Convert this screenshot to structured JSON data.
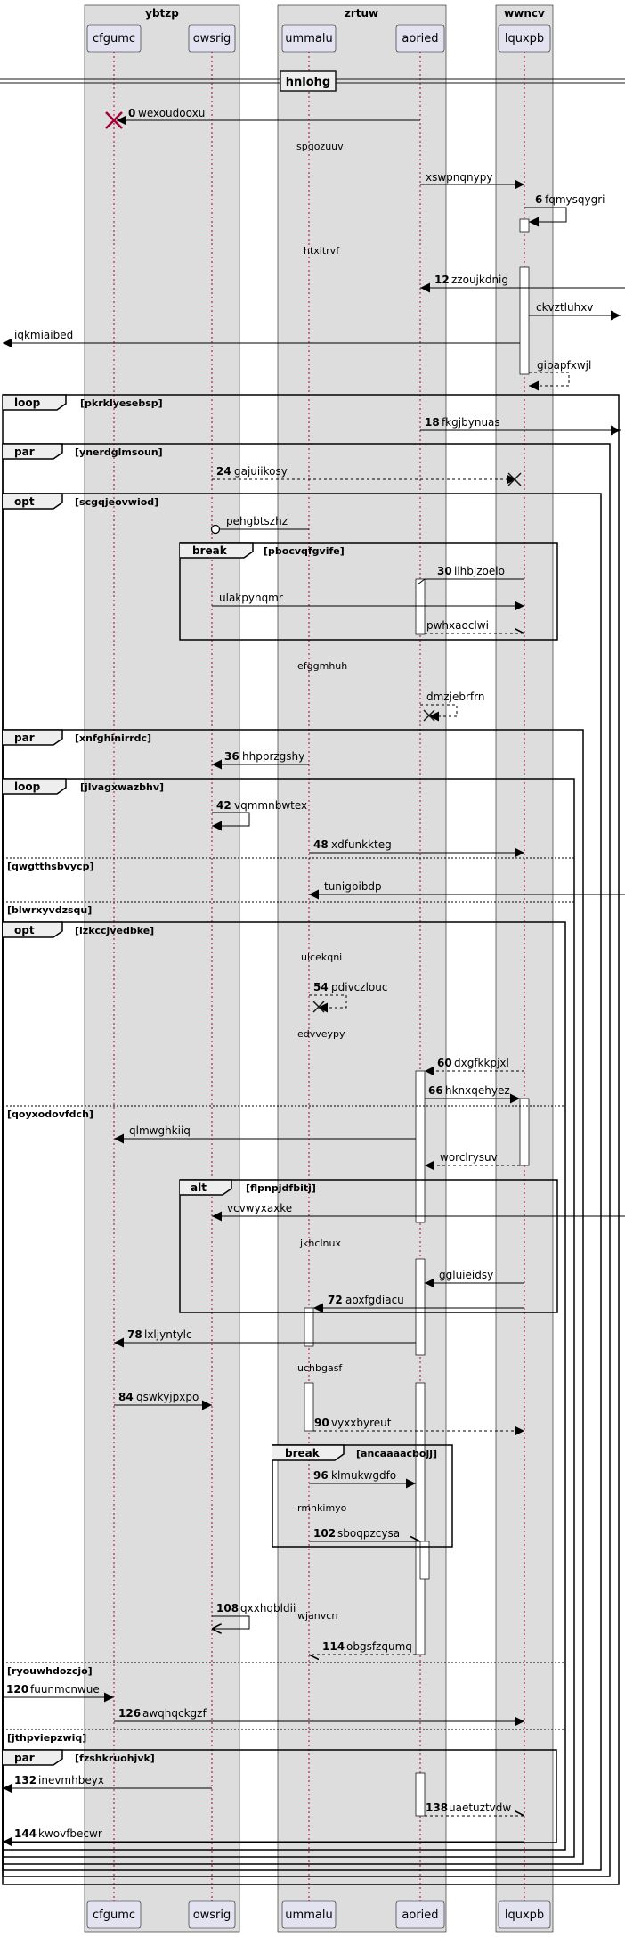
{
  "diagram": {
    "boxes": [
      {
        "title": "ybtzp"
      },
      {
        "title": "zrtuw"
      },
      {
        "title": "wwncv"
      }
    ],
    "participants": [
      {
        "id": "cfgumc",
        "label": "cfgumc"
      },
      {
        "id": "owsrig",
        "label": "owsrig"
      },
      {
        "id": "ummalu",
        "label": "ummalu"
      },
      {
        "id": "aoried",
        "label": "aoried"
      },
      {
        "id": "lquxpb",
        "label": "lquxpb"
      }
    ],
    "divider": "hnlohg",
    "frames": [
      {
        "keyword": "loop",
        "label": "[pkrklyesebsp]"
      },
      {
        "keyword": "par",
        "label": "[ynerdglmsoun]"
      },
      {
        "keyword": "opt",
        "label": "[scgqjeovwiod]"
      },
      {
        "keyword": "break",
        "label": "[pbocvqfgvife]"
      },
      {
        "keyword": "par",
        "label": "[xnfghinirrdc]"
      },
      {
        "keyword": "loop",
        "label": "[jlvagxwazbhv]"
      },
      {
        "keyword": "opt",
        "label": "[lzkccjvedbke]"
      },
      {
        "keyword": "alt",
        "label": "[flpnpjdfbitj]"
      },
      {
        "keyword": "break",
        "label": "[ancaaaacbojj]"
      },
      {
        "keyword": "par",
        "label": "[fzshkruohjvk]"
      }
    ],
    "else_labels": [
      "[qwgtthsbvycp]",
      "[blwrxyvdzsqu]",
      "[qoyxodovfdch]",
      "[ryouwhdozcjo]",
      "[jthpviepzwiq]"
    ],
    "notes": [
      "spgozuuv",
      "htxitrvf",
      "efggmhuh",
      "ulcekqni",
      "edvveypy",
      "jkhclnux",
      "uchbgasf",
      "rmhkimyo",
      "wjanvcrr"
    ],
    "messages": [
      {
        "num": "0",
        "text": "wexoudooxu"
      },
      {
        "num": "",
        "text": "xswpnqnypy"
      },
      {
        "num": "6",
        "text": "fqmysqygri"
      },
      {
        "num": "12",
        "text": "zzoujkdnig"
      },
      {
        "num": "",
        "text": "ckvztluhxv"
      },
      {
        "num": "",
        "text": "iqkmiaibed"
      },
      {
        "num": "",
        "text": "gipapfxwjl"
      },
      {
        "num": "18",
        "text": "fkgjbynuas"
      },
      {
        "num": "24",
        "text": "gajuiikosy"
      },
      {
        "num": "",
        "text": "pehgbtszhz"
      },
      {
        "num": "30",
        "text": "ilhbjzoelo"
      },
      {
        "num": "",
        "text": "ulakpynqmr"
      },
      {
        "num": "",
        "text": "pwhxaoclwi"
      },
      {
        "num": "",
        "text": "dmzjebrfrn"
      },
      {
        "num": "36",
        "text": "hhpprzgshy"
      },
      {
        "num": "42",
        "text": "vqmmnbwtex"
      },
      {
        "num": "48",
        "text": "xdfunkkteg"
      },
      {
        "num": "",
        "text": "tunigbibdp"
      },
      {
        "num": "54",
        "text": "pdivczlouc"
      },
      {
        "num": "60",
        "text": "dxgfkkpjxl"
      },
      {
        "num": "66",
        "text": "hknxqehyez"
      },
      {
        "num": "",
        "text": "qlmwghkiiq"
      },
      {
        "num": "",
        "text": "worclrysuv"
      },
      {
        "num": "",
        "text": "vcvwyxaxke"
      },
      {
        "num": "",
        "text": "ggluieidsy"
      },
      {
        "num": "72",
        "text": "aoxfgdiacu"
      },
      {
        "num": "78",
        "text": "lxljyntylc"
      },
      {
        "num": "84",
        "text": "qswkyjpxpo"
      },
      {
        "num": "90",
        "text": "vyxxbyreut"
      },
      {
        "num": "96",
        "text": "klmukwgdfo"
      },
      {
        "num": "102",
        "text": "sboqpzcysa"
      },
      {
        "num": "108",
        "text": "qxxhqbldii"
      },
      {
        "num": "114",
        "text": "obgsfzqumq"
      },
      {
        "num": "120",
        "text": "fuunmcnwue"
      },
      {
        "num": "126",
        "text": "awqhqckgzf"
      },
      {
        "num": "132",
        "text": "inevmhbeyx"
      },
      {
        "num": "138",
        "text": "uaetuztvdw"
      },
      {
        "num": "144",
        "text": "kwovfbecwr"
      }
    ]
  }
}
